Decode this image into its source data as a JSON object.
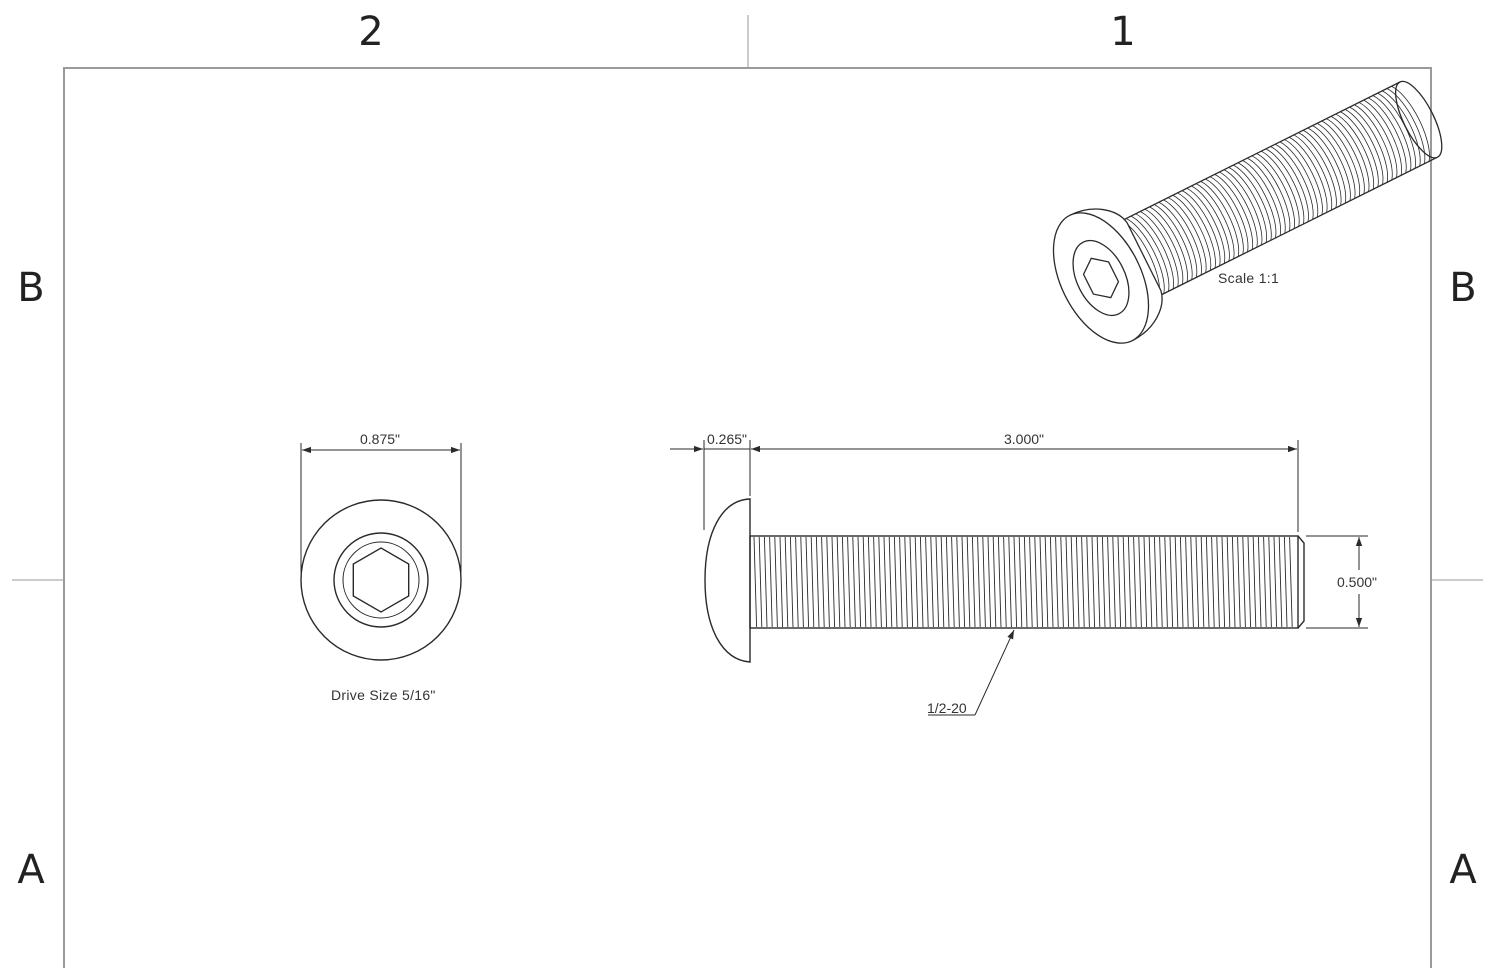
{
  "zones": {
    "col_left": "2",
    "col_right": "1",
    "row_upper_left": "B",
    "row_upper_right": "B",
    "row_lower_left": "A",
    "row_lower_right": "A"
  },
  "dimensions": {
    "head_diameter": "0.875\"",
    "head_height": "0.265\"",
    "length": "3.000\"",
    "thread_diameter": "0.500\"",
    "thread_spec": "1/2-20"
  },
  "notes": {
    "drive_size": "Drive Size 5/16\"",
    "scale": "Scale 1:1"
  },
  "colors": {
    "line": "#2a2a2a",
    "border": "#9a9a9a",
    "background": "#ffffff"
  }
}
